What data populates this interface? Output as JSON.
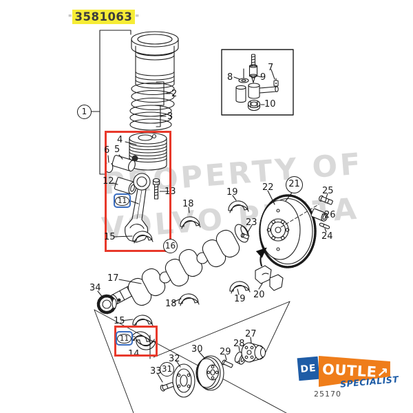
{
  "part_header": {
    "quote_open": "\"",
    "part_number": "3581063",
    "quote_close": "\""
  },
  "watermark": {
    "line1": "PROPERTY OF",
    "line2": "VOLVO PENTA"
  },
  "labels": {
    "n1": "1",
    "n2": "2",
    "n3": "3",
    "n4": "4",
    "n5": "5",
    "n6": "6",
    "n7": "7",
    "n8": "8",
    "n9": "9",
    "n10": "10",
    "n11a": "11",
    "n11b": "11",
    "n12": "12",
    "n13": "13",
    "n14": "14",
    "n15a": "15",
    "n15b": "15",
    "n16": "16",
    "n17": "17",
    "n18a": "18",
    "n18b": "18",
    "n19a": "19",
    "n19b": "19",
    "n20": "20",
    "n21": "21",
    "n22": "22",
    "n23": "23",
    "n24": "24",
    "n25": "25",
    "n26": "26",
    "n27": "27",
    "n28": "28",
    "n29": "29",
    "n30": "30",
    "n31": "31",
    "n32": "32",
    "n33": "33",
    "n34": "34"
  },
  "footer": {
    "drawing_number": "25170"
  },
  "logo": {
    "de": "DE",
    "outlet": "OUTLE",
    "gavel_icon": "↗",
    "specialist": "SPECIALIST"
  },
  "colors": {
    "highlight_red": "#e8392b",
    "badge_blue": "#3a6dc0",
    "highlight_yellow": "#f6ec35",
    "logo_blue": "#1e5ca6",
    "logo_orange": "#ef7d1a",
    "watermark_gray": "#d9d9d9"
  }
}
